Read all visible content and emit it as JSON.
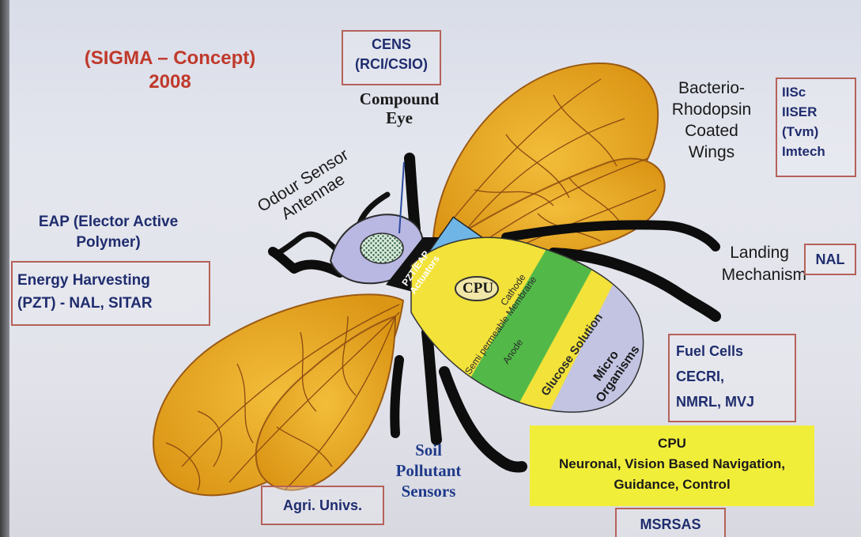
{
  "title": {
    "line1": "(SIGMA – Concept)",
    "line2": "2008"
  },
  "boxes": {
    "cens": {
      "line1": "CENS",
      "line2": "(RCI/CSIO)"
    },
    "iisc": {
      "lines": [
        "IISc",
        "IISER",
        "(Tvm)",
        "Imtech"
      ]
    },
    "nal": "NAL",
    "energy": {
      "line1": "Energy Harvesting",
      "line2": "(PZT) -  NAL, SITAR"
    },
    "fuel": {
      "lines": [
        "Fuel Cells",
        "CECRI,",
        "NMRL, MVJ"
      ]
    },
    "cpu": {
      "line1": "CPU",
      "line2": "Neuronal, Vision Based Navigation,",
      "line3": "Guidance, Control"
    },
    "agri": "Agri. Univs.",
    "msrsas": "MSRSAS"
  },
  "labels": {
    "compound_eye": {
      "line1": "Compound",
      "line2": "Eye"
    },
    "bacterio": {
      "lines": [
        "Bacterio-",
        "Rhodopsin",
        "Coated",
        "Wings"
      ]
    },
    "odour": {
      "line1": "Odour Sensor",
      "line2": "Antennae"
    },
    "eap": {
      "line1": "EAP (Elector Active",
      "line2": "Polymer)"
    },
    "landing": {
      "line1": "Landing",
      "line2": "Mechanism"
    },
    "soil": {
      "lines": [
        "Soil",
        "Pollutant",
        "Sensors"
      ]
    }
  },
  "body_labels": {
    "pzt": {
      "line1": "PZT/EAP",
      "line2": "Actuators"
    },
    "cpu": "CPU",
    "cathode": "Cathode",
    "membrane": "Semi permeable Membrane",
    "anode": "Anode",
    "glucose": "Glucose Solution",
    "micro": {
      "line1": "Micro",
      "line2": "Organisms"
    }
  },
  "colors": {
    "title_red": "#c0392b",
    "box_border": "#b5615a",
    "navy_text": "#1f2d6e",
    "wing_fill": "#e7a81f",
    "wing_vein": "#8a4a12",
    "cpu_box": "#f1ee3a",
    "pzt_blue": "#6fb6e6",
    "cathode_yellow": "#f2e23a",
    "anode_green": "#52b948",
    "organism_lavender": "#c2c4e2"
  }
}
